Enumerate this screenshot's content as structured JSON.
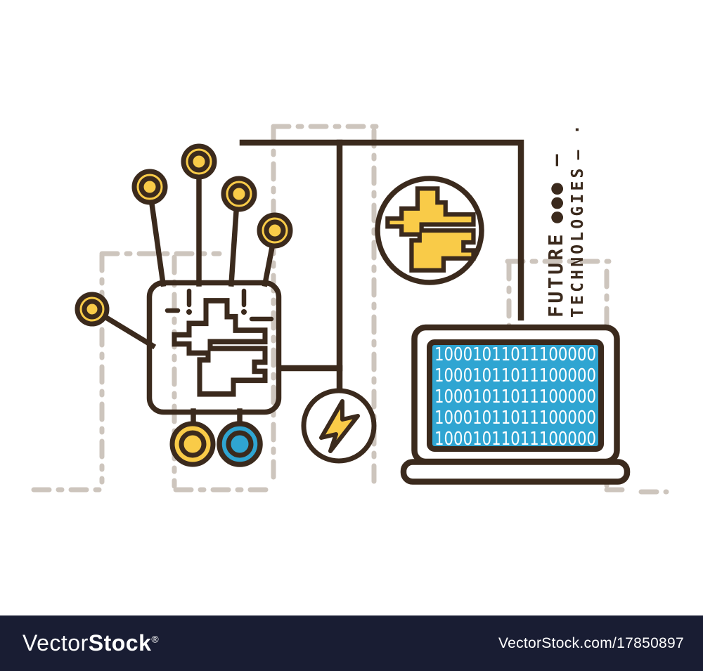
{
  "colors": {
    "outline": "#3b2a1d",
    "yellow": "#f9cb48",
    "blue": "#2fa5d2",
    "dash": "#cdc5bd",
    "screen_text": "#ffffff",
    "footer_bg": "#191d33"
  },
  "icons": {
    "cpu-chip": "rounded square with maze circuit outline",
    "chip-badge": "circle with yellow filled maze circuit",
    "power": "circle with yellow lightning bolt",
    "circuit-node": "double ring connector dot",
    "laptop": "laptop with binary code screen"
  },
  "vertical_label": {
    "line1": "FUTURE",
    "line1_marks": "●●● –",
    "line2": "TECHNOLOGIES",
    "line2_marks": "– ·"
  },
  "laptop": {
    "binary_lines": [
      "10001011011100000",
      "10001011011100000",
      "10001011011100000",
      "10001011011100000",
      "10001011011100000"
    ]
  },
  "footer": {
    "brand_light": "Vector",
    "brand_bold": "Stock",
    "registered": "®",
    "code": "VectorStock.com/17850897"
  }
}
